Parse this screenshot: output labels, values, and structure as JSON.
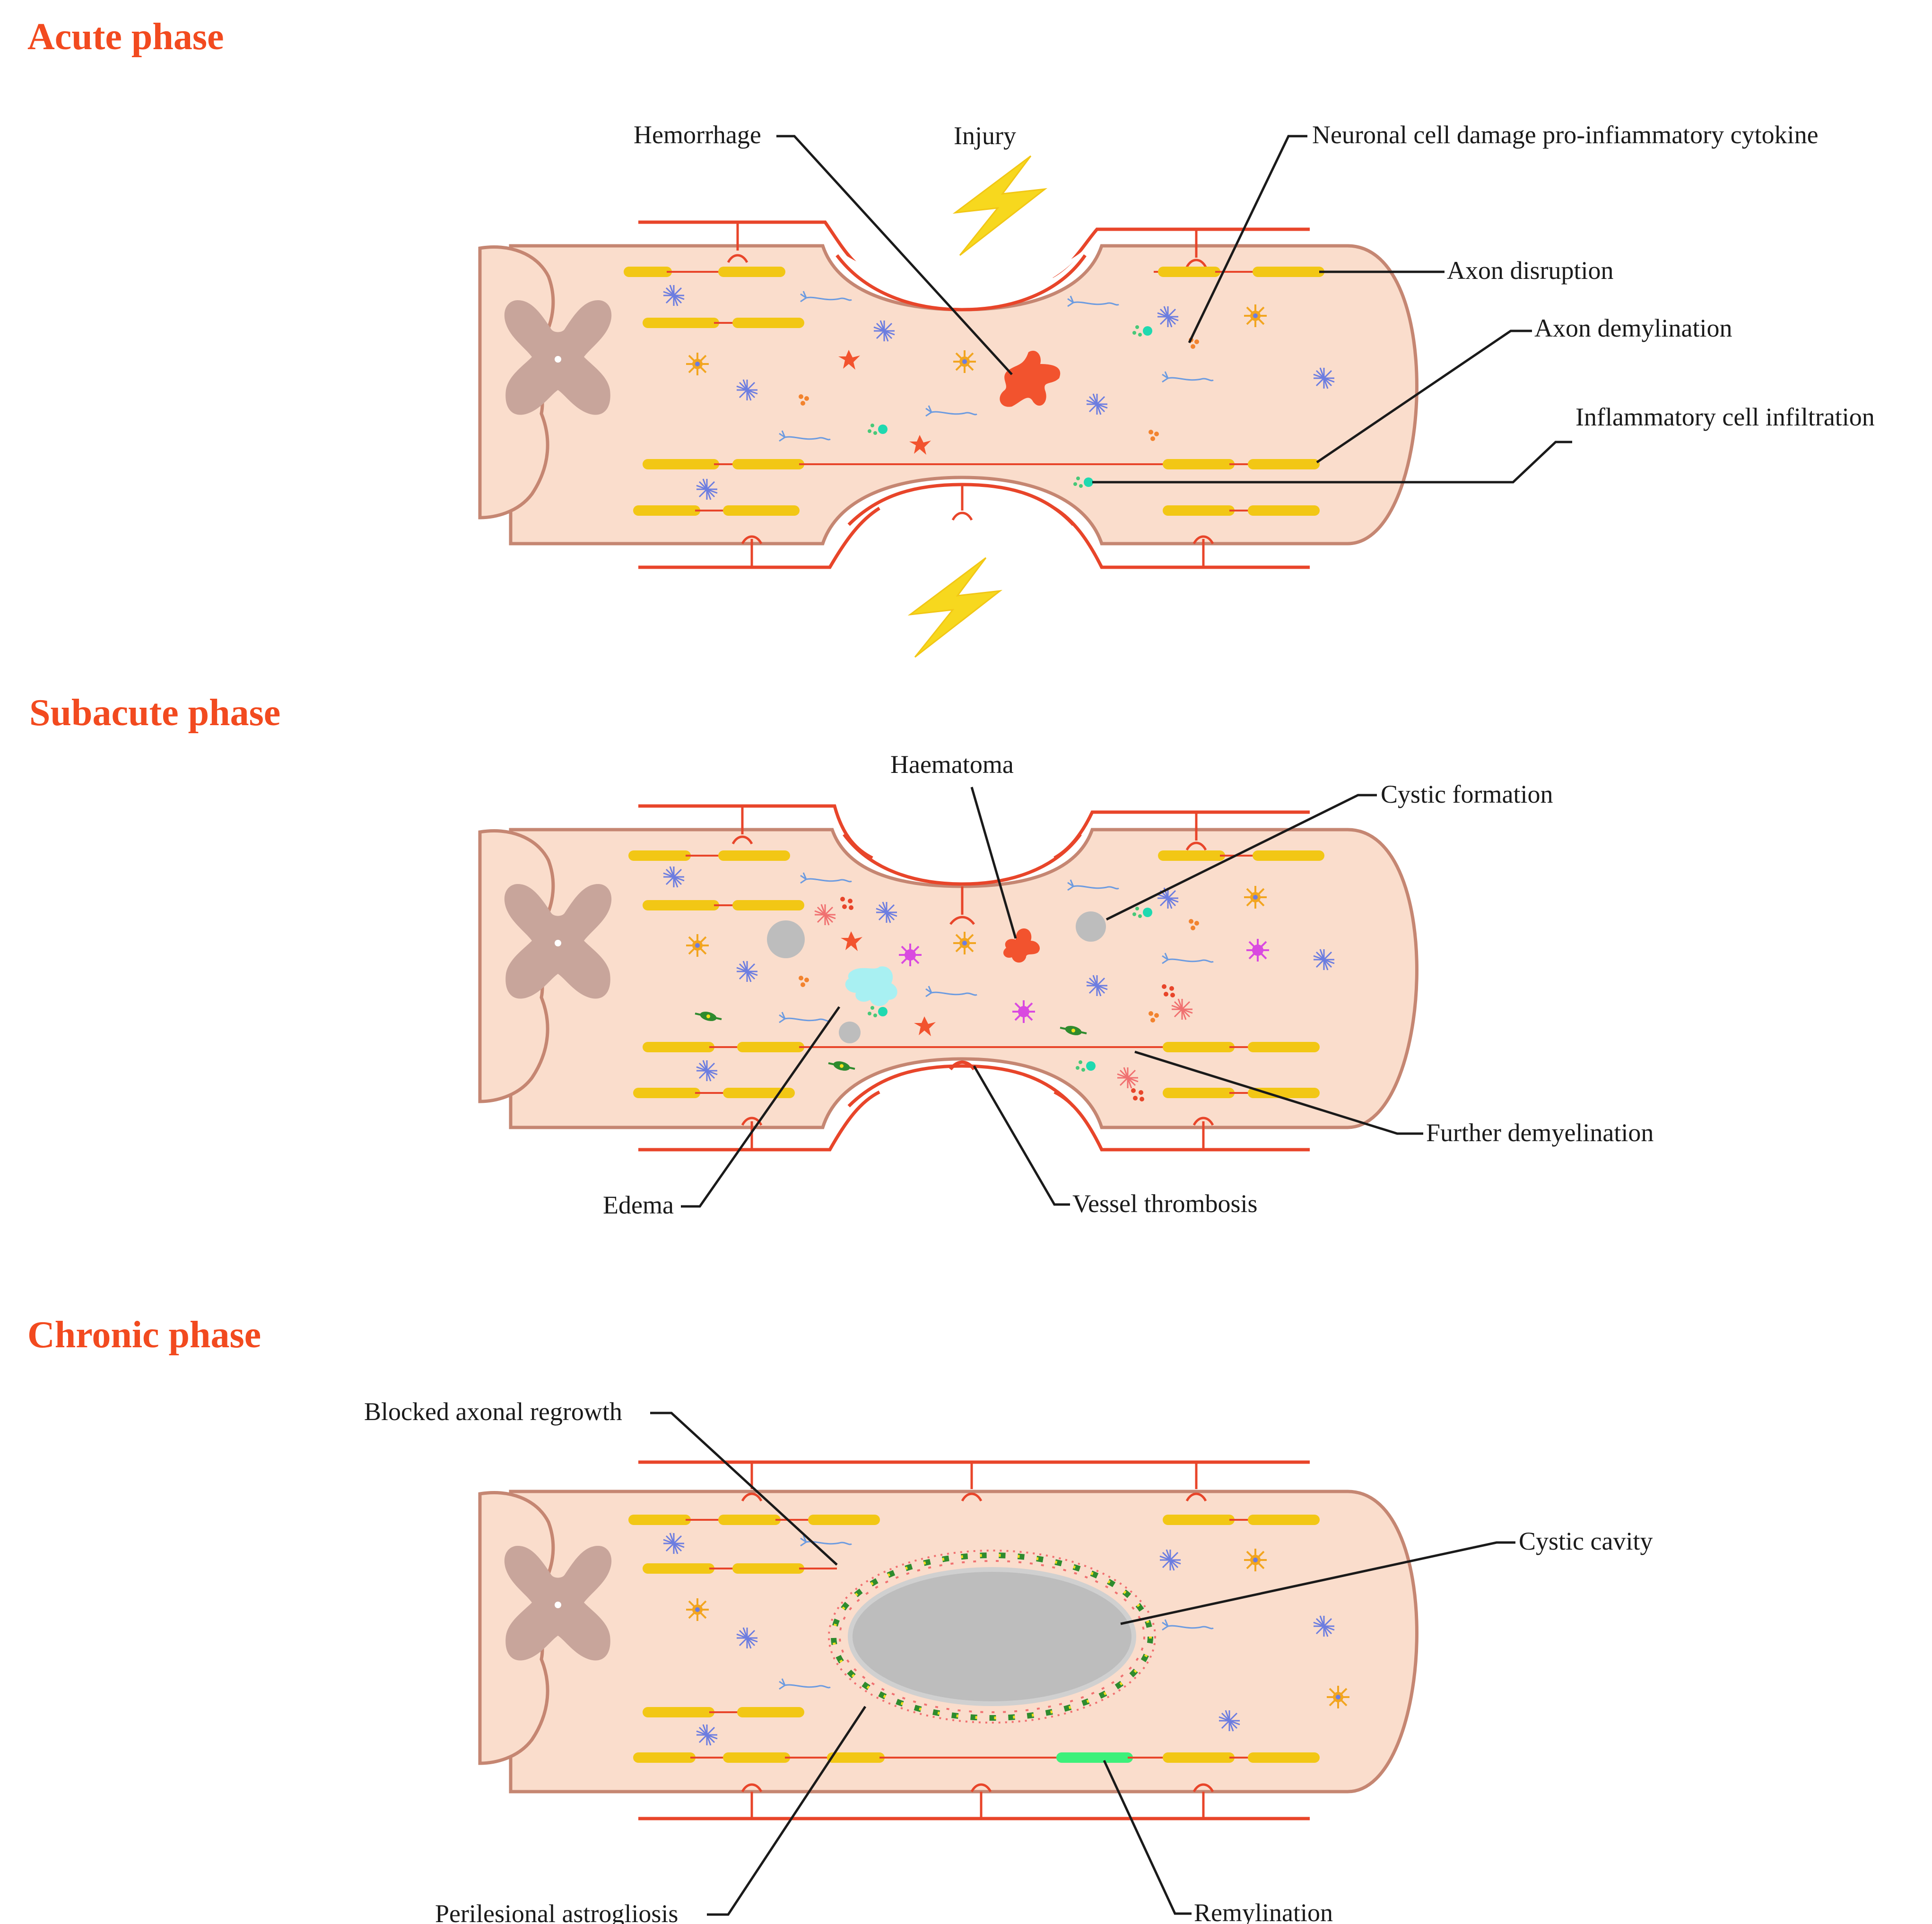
{
  "phases": [
    {
      "title": "Acute phase",
      "labels": {
        "hemorrhage": "Hemorrhage",
        "injury": "Injury",
        "neuronal_damage": "Neuronal cell damage pro-infiammatory cytokine",
        "axon_disruption": "Axon disruption",
        "axon_demylination": "Axon demylination",
        "inflammatory_infiltration": "Inflammatory cell infiltration"
      }
    },
    {
      "title": "Subacute phase",
      "labels": {
        "haematoma": "Haematoma",
        "cystic_formation": "Cystic formation",
        "further_demyelination": "Further demyelination",
        "edema": "Edema",
        "vessel_thrombosis": "Vessel thrombosis"
      }
    },
    {
      "title": "Chronic phase",
      "labels": {
        "blocked_regrowth": "Blocked axonal regrowth",
        "cystic_cavity": "Cystic cavity",
        "astrogliosis": "Perilesional astrogliosis",
        "remylination": "Remylination"
      }
    }
  ],
  "colors": {
    "title": "#F24A1F",
    "cord_fill": "#FADDCC",
    "cord_outline": "#C58672",
    "gray_matter": "#C8A59B",
    "vessel": "#E8452A",
    "axon": "#F2C715",
    "remyelinated_axon": "#3CF07A",
    "cyst": "#BDBDBD",
    "injury_bolt": "#F7D81E",
    "hemorrhage": "#F2532E",
    "edema": "#A8F0F2",
    "astrocyte": "#F07070",
    "microglia": "#6C7DE0",
    "oligodendrocyte": "#F2A520",
    "macrophage": "#D94AE0",
    "fibroblast": "#2E8B2E",
    "neutrophil": "#1FD9B0"
  },
  "icons": [
    "lightning-bolt-icon",
    "spinal-cord-cross-section-icon",
    "astrocyte-icon",
    "neuron-icon",
    "cyst-icon"
  ]
}
